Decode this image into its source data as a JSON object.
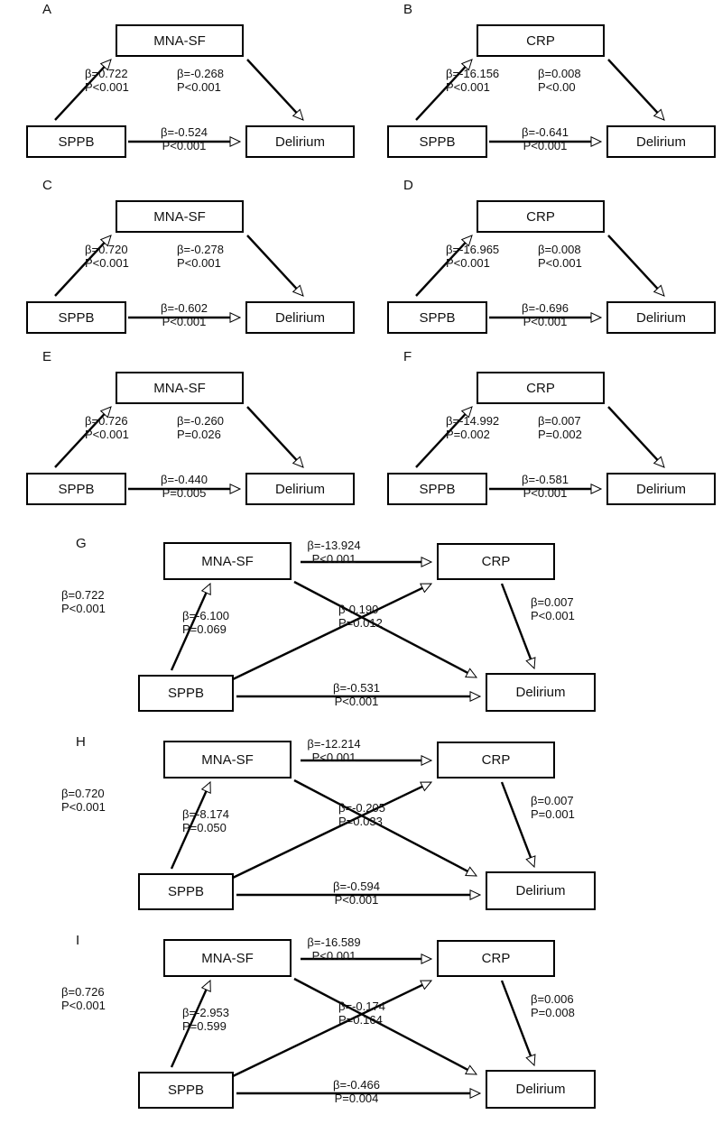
{
  "figure": {
    "title": "Mediation path diagrams: SPPB, MNA-SF, CRP and Delirium",
    "node_labels": {
      "sppb": "SPPB",
      "mna": "MNA-SF",
      "crp": "CRP",
      "delirium": "Delirium"
    },
    "panels": [
      {
        "letter": "A",
        "layout": "triangle",
        "mediator": "MNA-SF",
        "nodes": {
          "source": "SPPB",
          "mediator": "MNA-SF",
          "outcome": "Delirium"
        },
        "paths": [
          {
            "name": "source-to-mediator",
            "beta": "β=0.722",
            "p": "P<0.001"
          },
          {
            "name": "mediator-to-outcome",
            "beta": "β=-0.268",
            "p": "P<0.001"
          },
          {
            "name": "source-to-outcome",
            "beta": "β=-0.524",
            "p": "P<0.001"
          }
        ]
      },
      {
        "letter": "B",
        "layout": "triangle",
        "mediator": "CRP",
        "nodes": {
          "source": "SPPB",
          "mediator": "CRP",
          "outcome": "Delirium"
        },
        "paths": [
          {
            "name": "source-to-mediator",
            "beta": "β=-16.156",
            "p": "P<0.001"
          },
          {
            "name": "mediator-to-outcome",
            "beta": "β=0.008",
            "p": "P<0.00"
          },
          {
            "name": "source-to-outcome",
            "beta": "β=-0.641",
            "p": "P<0.001"
          }
        ]
      },
      {
        "letter": "C",
        "layout": "triangle",
        "mediator": "MNA-SF",
        "nodes": {
          "source": "SPPB",
          "mediator": "MNA-SF",
          "outcome": "Delirium"
        },
        "paths": [
          {
            "name": "source-to-mediator",
            "beta": "β=0.720",
            "p": "P<0.001"
          },
          {
            "name": "mediator-to-outcome",
            "beta": "β=-0.278",
            "p": "P<0.001"
          },
          {
            "name": "source-to-outcome",
            "beta": "β=-0.602",
            "p": "P<0.001"
          }
        ]
      },
      {
        "letter": "D",
        "layout": "triangle",
        "mediator": "CRP",
        "nodes": {
          "source": "SPPB",
          "mediator": "CRP",
          "outcome": "Delirium"
        },
        "paths": [
          {
            "name": "source-to-mediator",
            "beta": "β=-16.965",
            "p": "P<0.001"
          },
          {
            "name": "mediator-to-outcome",
            "beta": "β=0.008",
            "p": "P<0.001"
          },
          {
            "name": "source-to-outcome",
            "beta": "β=-0.696",
            "p": "P<0.001"
          }
        ]
      },
      {
        "letter": "E",
        "layout": "triangle",
        "mediator": "MNA-SF",
        "nodes": {
          "source": "SPPB",
          "mediator": "MNA-SF",
          "outcome": "Delirium"
        },
        "paths": [
          {
            "name": "source-to-mediator",
            "beta": "β=0.726",
            "p": "P<0.001"
          },
          {
            "name": "mediator-to-outcome",
            "beta": "β=-0.260",
            "p": "P=0.026"
          },
          {
            "name": "source-to-outcome",
            "beta": "β=-0.440",
            "p": "P=0.005"
          }
        ]
      },
      {
        "letter": "F",
        "layout": "triangle",
        "mediator": "CRP",
        "nodes": {
          "source": "SPPB",
          "mediator": "CRP",
          "outcome": "Delirium"
        },
        "paths": [
          {
            "name": "source-to-mediator",
            "beta": "β=-14.992",
            "p": "P=0.002"
          },
          {
            "name": "mediator-to-outcome",
            "beta": "β=0.007",
            "p": "P=0.002"
          },
          {
            "name": "source-to-outcome",
            "beta": "β=-0.581",
            "p": "P<0.001"
          }
        ]
      },
      {
        "letter": "G",
        "layout": "serial",
        "nodes": {
          "source": "SPPB",
          "mediator1": "MNA-SF",
          "mediator2": "CRP",
          "outcome": "Delirium"
        },
        "paths": [
          {
            "name": "sppb-to-mna",
            "beta": "β=0.722",
            "p": "P<0.001"
          },
          {
            "name": "mna-to-crp",
            "beta": "β=-13.924",
            "p": "P<0.001"
          },
          {
            "name": "sppb-to-crp",
            "beta": "β=-6.100",
            "p": "P=0.069"
          },
          {
            "name": "mna-to-delirium",
            "beta": "β-0.190",
            "p": "P=0.012"
          },
          {
            "name": "crp-to-delirium",
            "beta": "β=0.007",
            "p": "P<0.001"
          },
          {
            "name": "sppb-to-delirium",
            "beta": "β=-0.531",
            "p": "P<0.001"
          }
        ]
      },
      {
        "letter": "H",
        "layout": "serial",
        "nodes": {
          "source": "SPPB",
          "mediator1": "MNA-SF",
          "mediator2": "CRP",
          "outcome": "Delirium"
        },
        "paths": [
          {
            "name": "sppb-to-mna",
            "beta": "β=0.720",
            "p": "P<0.001"
          },
          {
            "name": "mna-to-crp",
            "beta": "β=-12.214",
            "p": "P<0.001"
          },
          {
            "name": "sppb-to-crp",
            "beta": "β=-8.174",
            "p": "P=0.050"
          },
          {
            "name": "mna-to-delirium",
            "beta": "β=-0.205",
            "p": "P=0.033"
          },
          {
            "name": "crp-to-delirium",
            "beta": "β=0.007",
            "p": "P=0.001"
          },
          {
            "name": "sppb-to-delirium",
            "beta": "β=-0.594",
            "p": "P<0.001"
          }
        ]
      },
      {
        "letter": "I",
        "layout": "serial",
        "nodes": {
          "source": "SPPB",
          "mediator1": "MNA-SF",
          "mediator2": "CRP",
          "outcome": "Delirium"
        },
        "paths": [
          {
            "name": "sppb-to-mna",
            "beta": "β=0.726",
            "p": "P<0.001"
          },
          {
            "name": "mna-to-crp",
            "beta": "β=-16.589",
            "p": "P<0.001"
          },
          {
            "name": "sppb-to-crp",
            "beta": "β=-2.953",
            "p": "P=0.599"
          },
          {
            "name": "mna-to-delirium",
            "beta": "β=-0.174",
            "p": "P=0.164"
          },
          {
            "name": "crp-to-delirium",
            "beta": "β=0.006",
            "p": "P=0.008"
          },
          {
            "name": "sppb-to-delirium",
            "beta": "β=-0.466",
            "p": "P=0.004"
          }
        ]
      }
    ]
  }
}
